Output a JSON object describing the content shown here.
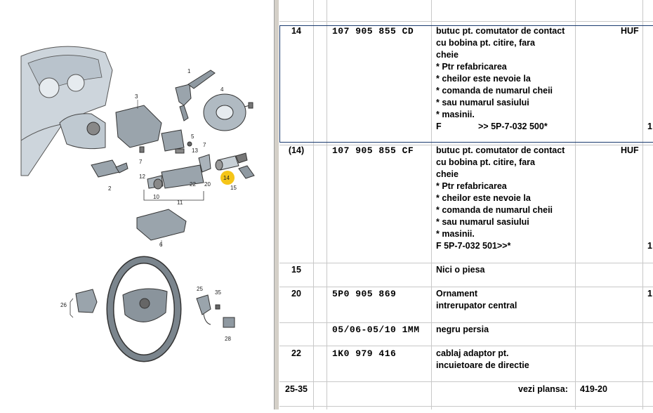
{
  "diagram": {
    "callouts": [
      "1",
      "2",
      "3",
      "4",
      "5",
      "6",
      "7",
      "7",
      "10",
      "11",
      "12",
      "13",
      "14",
      "15",
      "20",
      "22",
      "25",
      "26",
      "28",
      "35"
    ],
    "highlight_color": "#f5c518"
  },
  "table": {
    "rows": [
      {
        "pos": "14",
        "part": "107 905 855 CD",
        "desc": [
          "butuc pt. comutator de contact",
          "cu bobina pt. citire, fara",
          "cheie",
          "* Ptr refabricarea",
          "* cheilor este nevoie la",
          "* comanda de numarul cheii",
          "* sau numarul sasiului",
          "* masinii."
        ],
        "desc_f": "F",
        "desc_f_ref": ">> 5P-7-032 500*",
        "note": "HUF",
        "qty": "1"
      },
      {
        "pos": "(14)",
        "part": "107 905 855 CF",
        "desc": [
          "butuc pt. comutator de contact",
          "cu bobina pt. citire, fara",
          "cheie",
          "* Ptr refabricarea",
          "* cheilor este nevoie la",
          "* comanda de numarul cheii",
          "* sau numarul sasiului",
          "* masinii.",
          "F 5P-7-032 501>>*"
        ],
        "note": "HUF",
        "qty": "1"
      },
      {
        "pos": "15",
        "desc": [
          "Nici o piesa"
        ]
      },
      {
        "pos": "20",
        "part": "5P0 905 869",
        "desc": [
          "Ornament",
          "intrerupator central"
        ],
        "qty": "1"
      },
      {
        "part": "05/06-05/10 1MM",
        "desc": [
          "negru persia"
        ]
      },
      {
        "pos": "22",
        "part": "1K0 979 416",
        "desc": [
          "cablaj adaptor pt.",
          "incuietoare de directie"
        ]
      },
      {
        "pos": "25-35",
        "vezi_label": "vezi plansa:",
        "vezi_ref": "419-20"
      }
    ]
  }
}
